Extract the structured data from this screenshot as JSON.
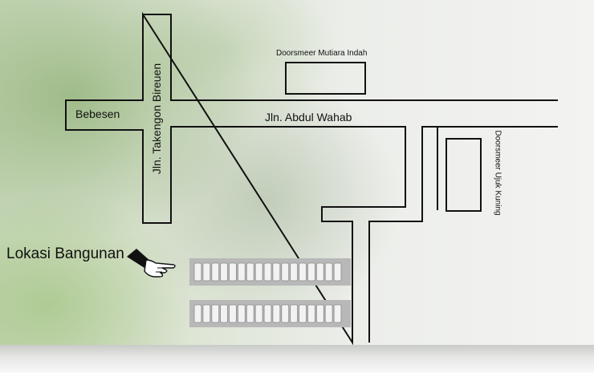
{
  "labels": {
    "bebesen": "Bebesen",
    "jln_takengon_bireuen": "Jln. Takengon Bireuen",
    "jln_abdul_wahab": "Jln. Abdul Wahab",
    "doorsmeer_mutiara_indah": "Doorsmeer Mutiara Indah",
    "doorsmeer_ujuk_kuning": "Doorsmeer Ujuk Kuning",
    "lokasi_bangunan": "Lokasi Bangunan"
  },
  "colors": {
    "road_outline": "#111111",
    "building_row": "#b8b8b8",
    "unit_fill": "#f2f2f2"
  },
  "icons": {
    "pointer": "pointing-hand-icon"
  },
  "building_rows": [
    {
      "units": 17
    },
    {
      "units": 17
    }
  ]
}
